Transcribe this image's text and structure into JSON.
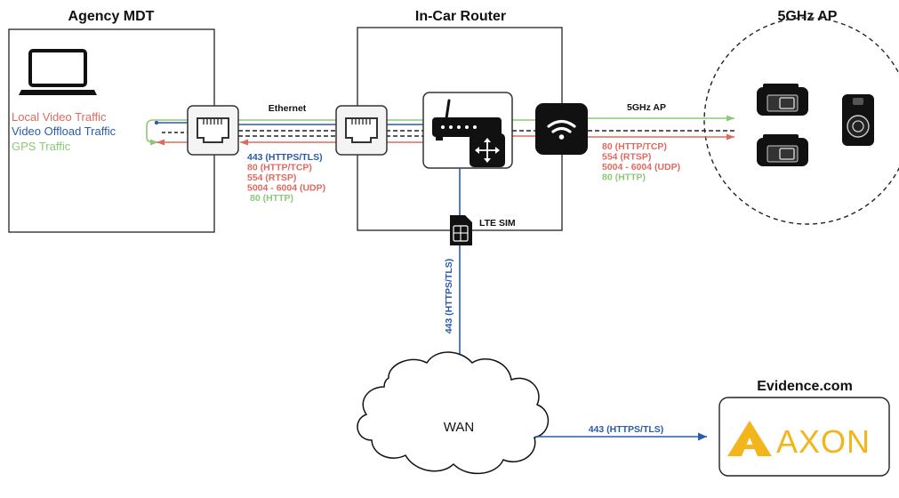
{
  "titles": {
    "mdt": "Agency MDT",
    "router": "In-Car Router",
    "ap": "5GHz AP",
    "evidence": "Evidence.com"
  },
  "legend": {
    "local": "Local Video Traffic",
    "offload": "Video Offload Traffic",
    "gps": "GPS Traffic"
  },
  "labels": {
    "ethernet": "Ethernet",
    "ap_link": "5GHz AP",
    "lte_sim": "LTE SIM",
    "wan": "WAN",
    "lte_port": "443 (HTTPS/TLS)",
    "wan_port": "443 (HTTPS/TLS)"
  },
  "ethernet_ports": [
    {
      "text": "443 (HTTPS/TLS)",
      "kind": "offload"
    },
    {
      "text": "80 (HTTP/TCP)",
      "kind": "local"
    },
    {
      "text": "554 (RTSP)",
      "kind": "local"
    },
    {
      "text": "5004 - 6004 (UDP)",
      "kind": "local"
    },
    {
      "text": "80 (HTTP)",
      "kind": "gps"
    }
  ],
  "ap_ports": [
    {
      "text": "80 (HTTP/TCP)",
      "kind": "local"
    },
    {
      "text": "554 (RTSP)",
      "kind": "local"
    },
    {
      "text": "5004 - 6004 (UDP)",
      "kind": "local"
    },
    {
      "text": "80 (HTTP)",
      "kind": "gps"
    }
  ],
  "logo": {
    "text": "AXON"
  },
  "colors": {
    "local": "#e06a5f",
    "offload": "#2b5aa8",
    "gps": "#8cc87a",
    "logo": "#f2b51c"
  }
}
